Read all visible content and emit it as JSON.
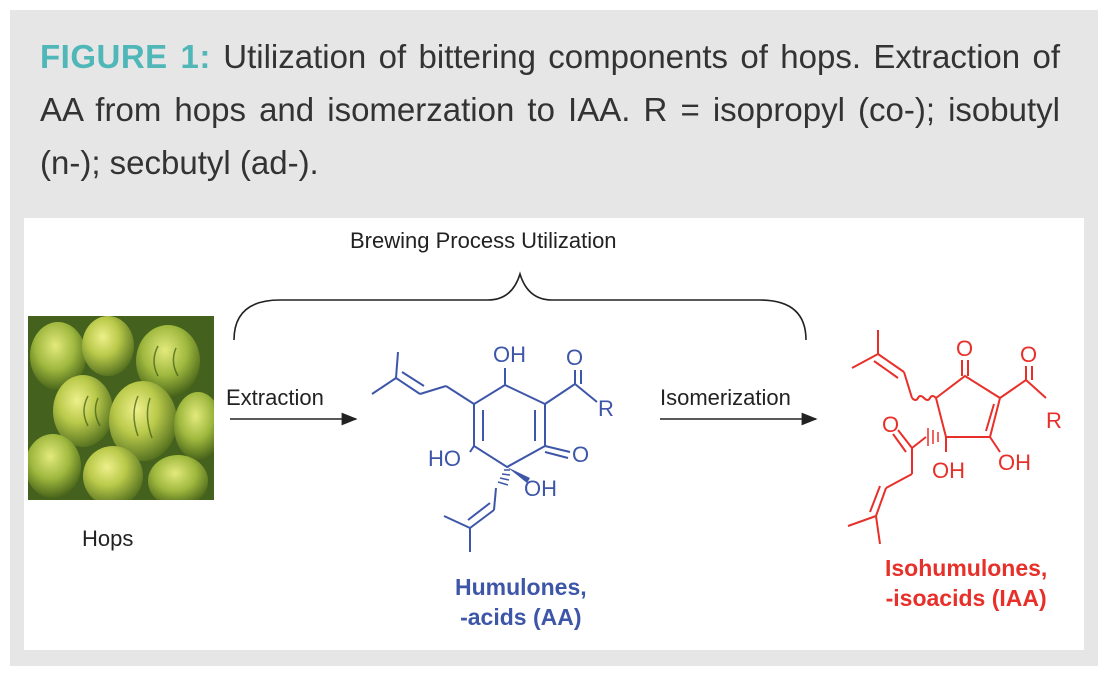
{
  "caption": {
    "label": "FIGURE 1:",
    "text": " Utilization of bittering components of hops. Extraction of AA from hops and isomerzation to IAA. R = isopropyl (co-); isobutyl (n-); secbutyl (ad-)."
  },
  "scheme": {
    "brace_label": "Brewing Process Utilization",
    "arrow1_label": "Extraction",
    "arrow2_label": "Isomerization",
    "hops_label": "Hops",
    "aa_label_line1": "Humulones,",
    "aa_label_line2": "-acids (AA)",
    "iaa_label_line1": "Isohumulones,",
    "iaa_label_line2": "-isoacids (IAA)",
    "aa_atoms": {
      "oh_top": "OH",
      "o_acyl": "O",
      "r": "R",
      "ho": "HO",
      "o_keto": "O",
      "oh_bottom": "OH"
    },
    "iaa_atoms": {
      "o_ring": "O",
      "o_acyl": "O",
      "r": "R",
      "o_side": "O",
      "oh_left": "OH",
      "oh_right": "OH"
    }
  },
  "colors": {
    "caption_label": "#4fb7b8",
    "aa": "#3e56a8",
    "iaa": "#e8302a",
    "frame_bg": "#e6e6e6"
  }
}
